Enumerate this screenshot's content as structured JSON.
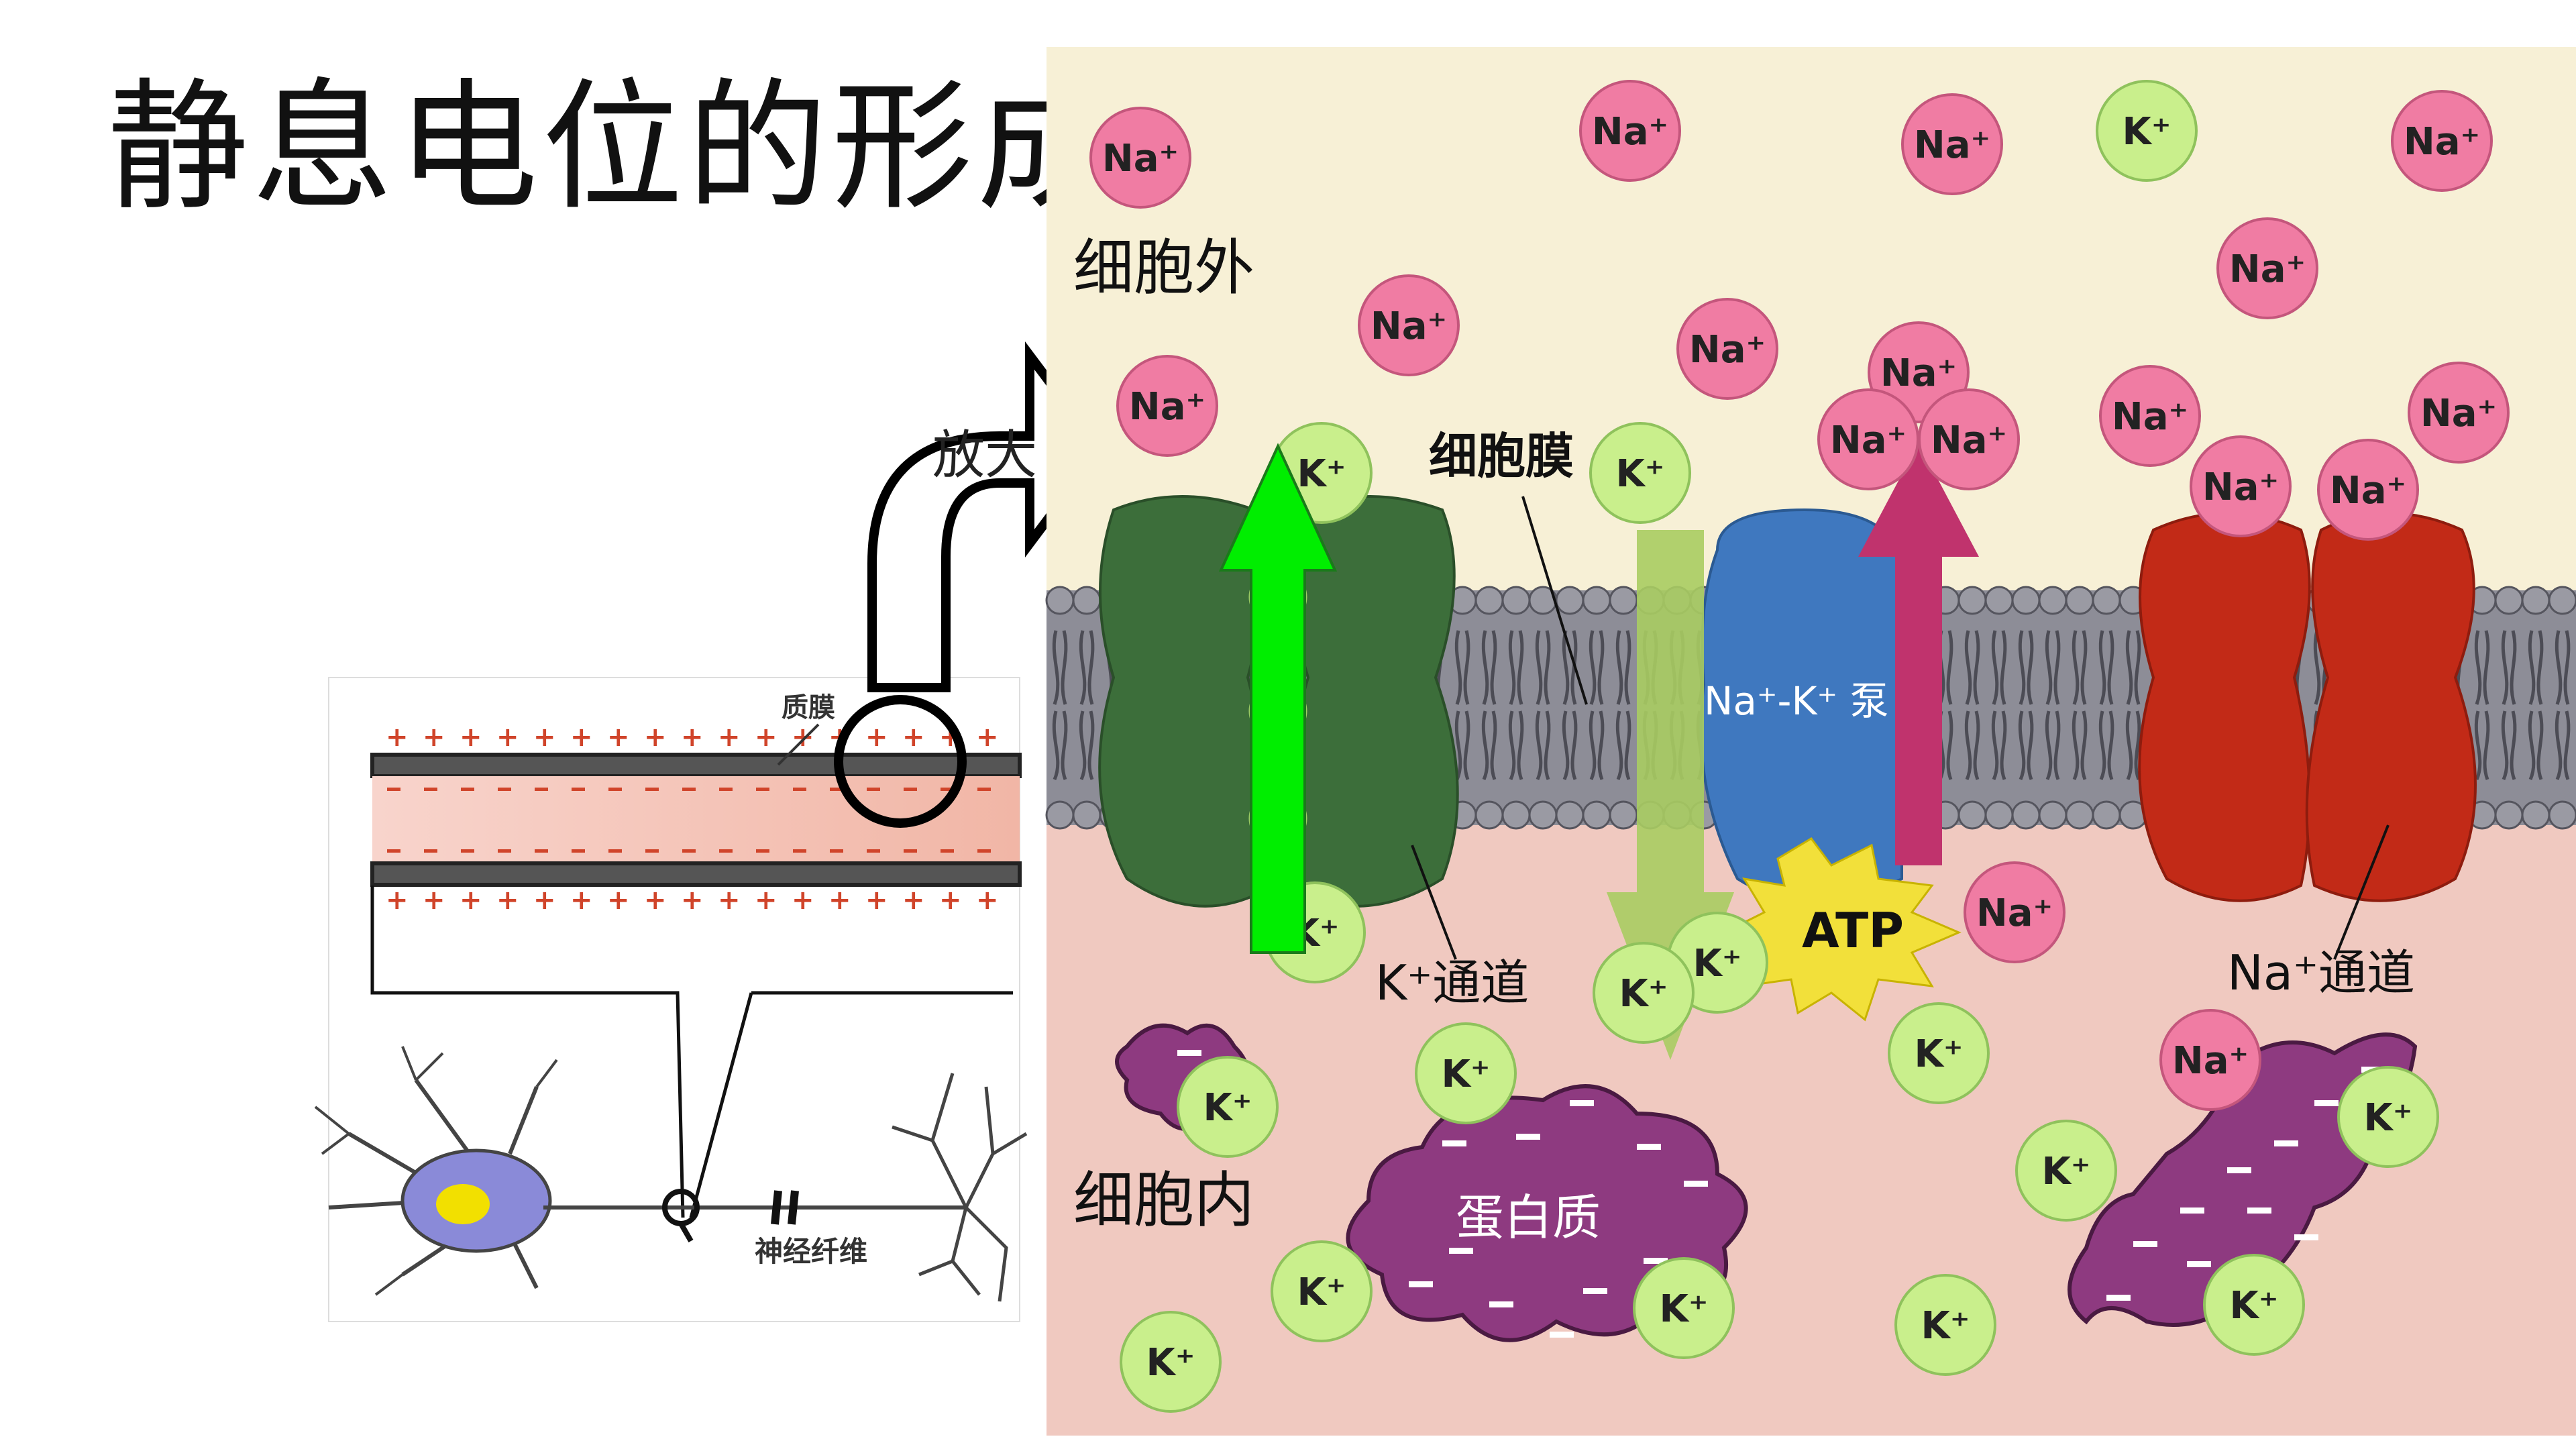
{
  "title": "静息电位的形成",
  "magnify_label": "放大",
  "labels": {
    "outside": "细胞外",
    "inside": "细胞内",
    "membrane": "细胞膜",
    "k_channel": "K⁺通道",
    "na_channel": "Na⁺通道",
    "pump": "Na⁺-K⁺ 泵",
    "atp": "ATP",
    "protein": "蛋白质",
    "plasma_membrane": "质膜",
    "nerve_fiber": "神经纤维"
  },
  "ions": {
    "na": "Na⁺",
    "k": "K⁺",
    "negative": "−",
    "positive": "+"
  },
  "colors": {
    "outside_bg": "#f7f0d6",
    "inside_bg": "#f0c9c0",
    "na_fill": "#f07ca3",
    "k_fill": "#c9ef8c",
    "k_channel": "#3c6e3a",
    "na_channel": "#c22a17",
    "pump": "#3f78bf",
    "protein": "#8e3a80",
    "green_arrow": "#00ee00",
    "pump_arrow_up": "#c0336d",
    "pump_arrow_down": "#a8cc62"
  }
}
